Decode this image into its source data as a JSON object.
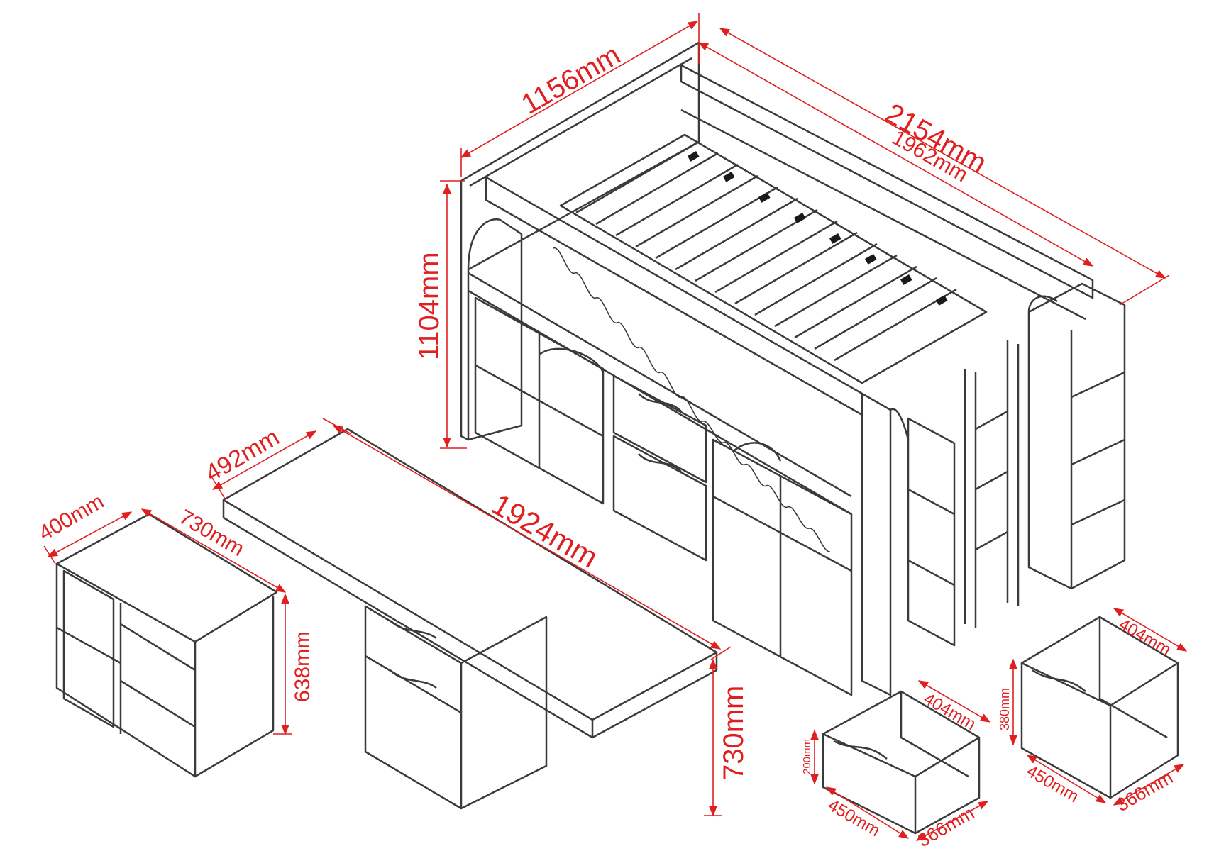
{
  "colors": {
    "outline": "#3a3a3a",
    "dimension": "#e02020",
    "slot": "#1a1a1a",
    "background": "#ffffff"
  },
  "dimensions": {
    "bed_width": "1156mm",
    "bed_length": "2154mm",
    "bed_inner_length": "1962mm",
    "bed_height": "1104mm",
    "desk_depth": "492mm",
    "desk_length": "1924mm",
    "desk_height": "730mm",
    "cabinet_width": "400mm",
    "cabinet_depth": "730mm",
    "cabinet_height": "638mm",
    "drawer_small_height": "200mm",
    "drawer_small_depth": "404mm",
    "drawer_small_width": "450mm",
    "drawer_small_back": "366mm",
    "drawer_large_height": "380mm",
    "drawer_large_depth": "404mm",
    "drawer_large_width": "450mm",
    "drawer_large_back": "366mm"
  }
}
